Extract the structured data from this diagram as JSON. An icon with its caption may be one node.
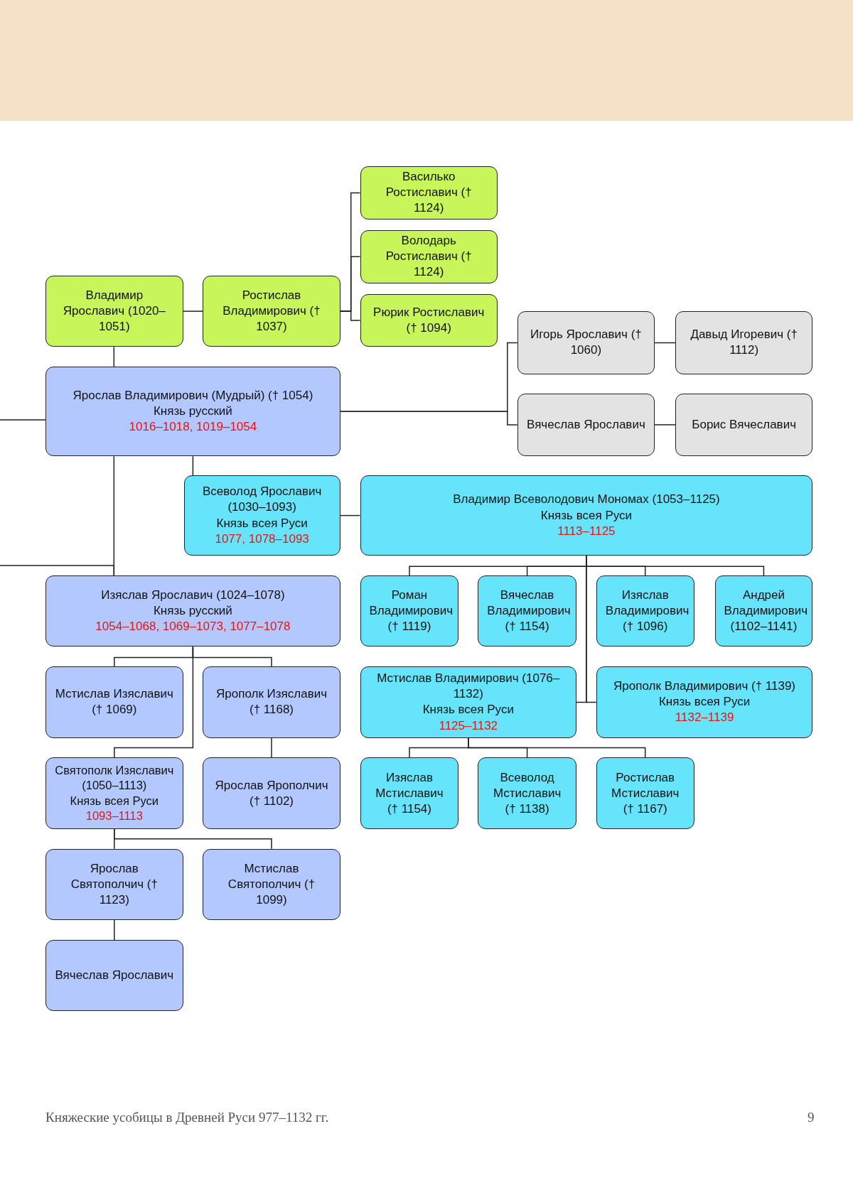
{
  "diagram": {
    "nodes": [
      {
        "text": [
          "Владимир Ярославич (1020–1051)"
        ]
      },
      {
        "text": [
          "Ростислав Владимирович († 1037)"
        ]
      },
      {
        "text": [
          "Василько Ростиславич († 1124)"
        ]
      },
      {
        "text": [
          "Володарь Ростиславич († 1124)"
        ]
      },
      {
        "text": [
          "Рюрик Ростиславич († 1094)"
        ]
      },
      {
        "text": [
          "Игорь Ярославич († 1060)"
        ]
      },
      {
        "text": [
          "Давыд Игоревич († 1112)"
        ]
      },
      {
        "text": [
          "Ярослав Владимирович (Мудрый) († 1054)",
          "Князь русский",
          "1016–1018, 1019–1054"
        ]
      },
      {
        "text": [
          "Вячеслав Ярославич"
        ]
      },
      {
        "text": [
          "Борис Вячеславич"
        ]
      },
      {
        "text": [
          "Всеволод Ярославич (1030–1093)",
          "Князь всея Руси",
          "1077, 1078–1093"
        ]
      },
      {
        "text": [
          "Владимир Всеволодович Мономах (1053–1125)",
          "Князь всея Руси",
          "1113–1125"
        ]
      },
      {
        "text": [
          "Изяслав Ярославич (1024–1078)",
          "Князь русский",
          "1054–1068, 1069–1073, 1077–1078"
        ]
      },
      {
        "text": [
          "Роман Владимирович († 1119)"
        ]
      },
      {
        "text": [
          "Вячеслав Владимирович († 1154)"
        ]
      },
      {
        "text": [
          "Изяслав Владимирович († 1096)"
        ]
      },
      {
        "text": [
          "Андрей Владимирович (1102–1141)"
        ]
      },
      {
        "text": [
          "Мстислав Изяславич († 1069)"
        ]
      },
      {
        "text": [
          "Ярополк Изяславич († 1168)"
        ]
      },
      {
        "text": [
          "Мстислав Владимирович (1076–1132)",
          "Князь всея Руси",
          "1125–1132"
        ]
      },
      {
        "text": [
          "Ярополк Владимирович († 1139)",
          "Князь всея Руси",
          "1132–1139"
        ]
      },
      {
        "text": [
          "Святополк Изяславич (1050–1113)",
          "Князь всея Руси",
          "1093–1113"
        ]
      },
      {
        "text": [
          "Ярослав Ярополчич († 1102)"
        ]
      },
      {
        "text": [
          "Изяслав Мстиславич († 1154)"
        ]
      },
      {
        "text": [
          "Всеволод Мстиславич († 1138)"
        ]
      },
      {
        "text": [
          "Ростислав Мстиславич († 1167)"
        ]
      },
      {
        "text": [
          "Ярослав Святополчич († 1123)"
        ]
      },
      {
        "text": [
          "Мстислав Святополчич († 1099)"
        ]
      },
      {
        "text": [
          "Вячеслав Ярославич"
        ]
      }
    ],
    "edges": [
      {
        "from": 0,
        "to": 1,
        "arrow": "none"
      },
      {
        "from": 1,
        "to": 2,
        "arrow": "none"
      },
      {
        "from": 1,
        "to": 3,
        "arrow": "none"
      },
      {
        "from": 1,
        "to": 4,
        "arrow": "none"
      },
      {
        "from": 7,
        "to": 0,
        "arrow": "none"
      },
      {
        "from": 7,
        "to": 5,
        "arrow": "none"
      },
      {
        "from": 7,
        "to": 8,
        "arrow": "none"
      },
      {
        "from": 5,
        "to": 6,
        "arrow": "none"
      },
      {
        "from": 8,
        "to": 9,
        "arrow": "none"
      },
      {
        "from": 7,
        "to": 10,
        "arrow": "none"
      },
      {
        "from": 10,
        "to": 11,
        "arrow": "none"
      },
      {
        "from": 7,
        "to": 12,
        "arrow": "none"
      },
      {
        "from": null,
        "to": 7,
        "arrow": "none"
      },
      {
        "from": null,
        "to": 12,
        "arrow": "none"
      },
      {
        "from": 11,
        "to": 13,
        "arrow": "none"
      },
      {
        "from": 11,
        "to": 14,
        "arrow": "none"
      },
      {
        "from": 11,
        "to": 15,
        "arrow": "none"
      },
      {
        "from": 11,
        "to": 16,
        "arrow": "none"
      },
      {
        "from": 11,
        "to": 19,
        "arrow": "none"
      },
      {
        "from": 11,
        "to": 20,
        "arrow": "none"
      },
      {
        "from": 12,
        "to": 17,
        "arrow": "none"
      },
      {
        "from": 12,
        "to": 18,
        "arrow": "none"
      },
      {
        "from": 12,
        "to": 21,
        "arrow": "none"
      },
      {
        "from": 18,
        "to": 22,
        "arrow": "none"
      },
      {
        "from": 19,
        "to": 23,
        "arrow": "none"
      },
      {
        "from": 19,
        "to": 24,
        "arrow": "none"
      },
      {
        "from": 19,
        "to": 25,
        "arrow": "none"
      },
      {
        "from": 21,
        "to": 26,
        "arrow": "none"
      },
      {
        "from": 21,
        "to": 27,
        "arrow": "none"
      },
      {
        "from": 26,
        "to": 28,
        "arrow": "none"
      }
    ],
    "labels": [
      "Княжеские усобицы в Древней Руси 977–1132 гг.",
      "9"
    ]
  }
}
